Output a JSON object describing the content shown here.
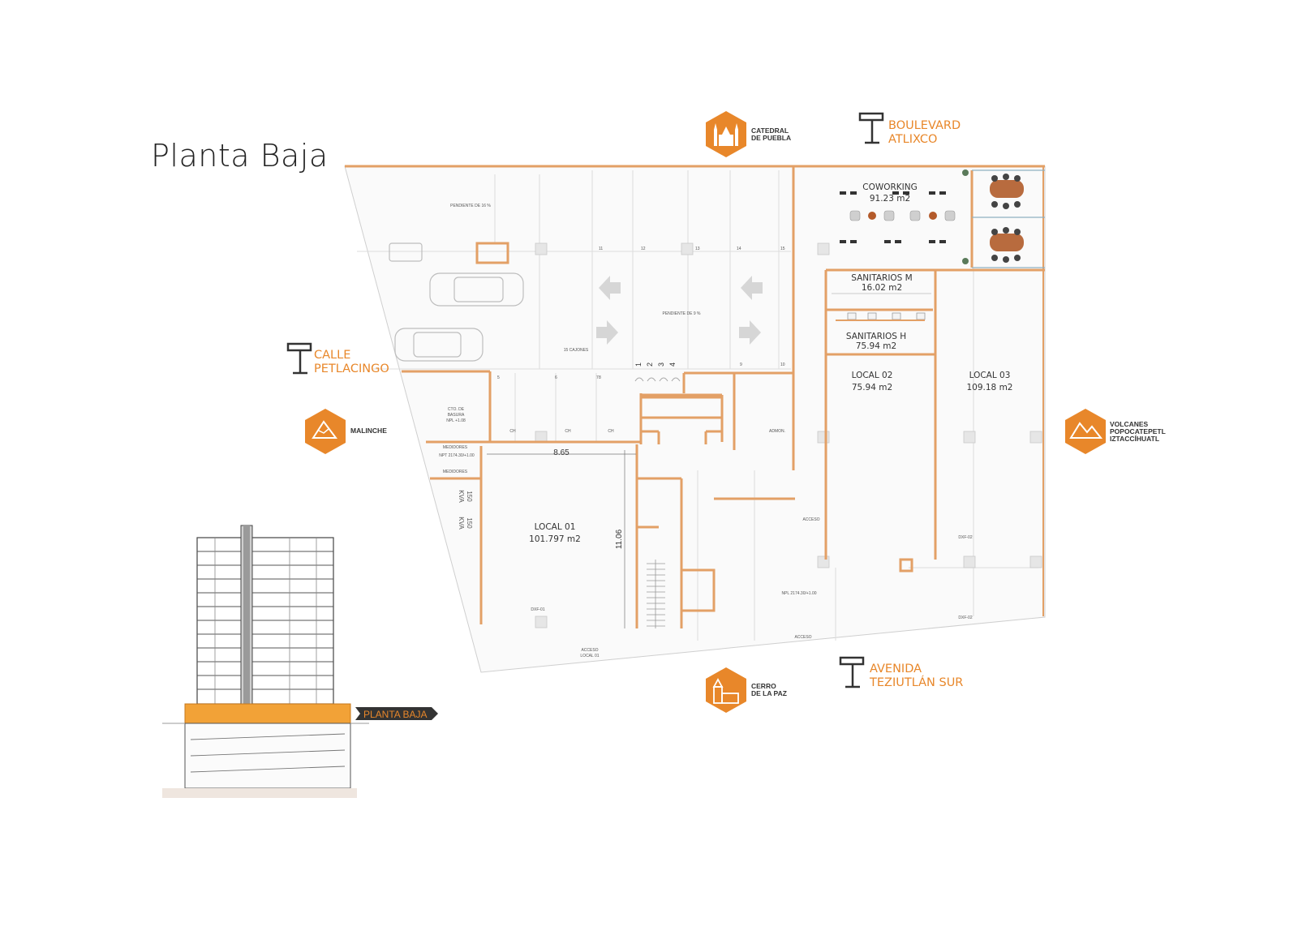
{
  "title": "Planta Baja",
  "landmarks": {
    "catedral": [
      "CATEDRAL",
      "DE PUEBLA"
    ],
    "malinche": [
      "MALINCHE"
    ],
    "volcanes": [
      "VOLCANES",
      "POPOCATEPETL",
      "IZTACCÍHUATL"
    ],
    "cerro": [
      "CERRO",
      "DE LA PAZ"
    ]
  },
  "streets": {
    "boulevard": [
      "BOULEVARD",
      "ATLIXCO"
    ],
    "calle": [
      "CALLE",
      "PETLACINGO"
    ],
    "avenida": [
      "AVENIDA",
      "TEZIUTLÁN SUR"
    ]
  },
  "rooms": {
    "coworking": {
      "name": "COWORKING",
      "area": "91.23 m2"
    },
    "sanitarios_m": {
      "name": "SANITARIOS M",
      "area": "16.02 m2"
    },
    "sanitarios_h": {
      "name": "SANITARIOS H",
      "area": "75.94 m2"
    },
    "local02": {
      "name": "LOCAL 02",
      "area": "75.94 m2"
    },
    "local03": {
      "name": "LOCAL 03",
      "area": "109.18 m2"
    },
    "local01": {
      "name": "LOCAL 01",
      "area": "101.797 m2"
    }
  },
  "plan_labels": {
    "pendiente16": "PENDIENTE DE 16 %",
    "pendiente9": "PENDIENTE DE 9 %",
    "cajones": "15 CAJONES",
    "basura": [
      "CTO. DE",
      "BASURA",
      "NPL +1.08"
    ],
    "medidores": "MEDIDORES",
    "medidores2": "MEDIDORES",
    "npt": "NPT 2174.30/+1.00",
    "npt2": "NPL 2174.30/+1.00",
    "admon": "ADMON.",
    "acceso": "ACCESO",
    "acceso2": "ACCESO",
    "acceso_local": [
      "ACCESO",
      "LOCAL 01"
    ],
    "dxf01": "DXF-01",
    "dxf02a": "DXF-02",
    "dxf02b": "DXF-02",
    "ch1": "CH",
    "ch2": "CH",
    "ch3": "CH",
    "kva1": [
      "150",
      "KVA"
    ],
    "kva2": [
      "150",
      "KVA"
    ],
    "bays": [
      "1",
      "2",
      "3",
      "4"
    ],
    "parking_numbers": [
      "11",
      "12",
      "13",
      "14",
      "15"
    ],
    "bay_numbers2": [
      "5",
      "6",
      "7",
      "8",
      "9",
      "10"
    ]
  },
  "dimensions": {
    "d865": "8.65",
    "d1106": "11.06"
  },
  "section": {
    "band_label": "PLANTA BAJA"
  },
  "colors": {
    "accent": "#e8872a",
    "wall": "#e3a066",
    "grid": "#d9d9d9"
  }
}
